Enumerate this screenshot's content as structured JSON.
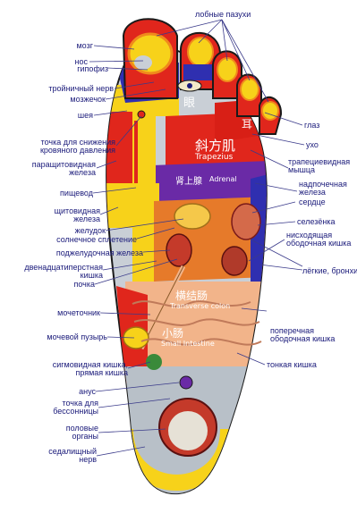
{
  "labels": {
    "sinuses": "лобные пазухи",
    "brain": "мозг",
    "nose": "нос",
    "pituitary": "гипофиз",
    "trigeminal": "тройничный нерв",
    "cerebellum": "мозжечок",
    "neck": "шея",
    "bp_point": "точка для снижения\nкровяного давления",
    "parathyroid": "паращитовидная\nжелеза",
    "esophagus": "пищевод",
    "thyroid": "щитовидная\nжелеза",
    "stomach": "желудок",
    "solar_plexus": "солнечное сплетение",
    "pancreas": "поджелудочная железа",
    "duodenum": "двенадцатиперстная\nкишка",
    "kidney": "почка",
    "ureter": "мочеточник",
    "bladder": "мочевой пузырь",
    "sigmoid": "сигмовидная кишка,\nпрямая кишка",
    "anus": "анус",
    "insomnia": "точка для\nбессонницы",
    "genitals": "половые\nорганы",
    "sciatic": "седалищный\nнерв",
    "eye": "глаз",
    "ear": "ухо",
    "trapezius": "трапециевидная\nмышца",
    "adrenal": "надпочечная\nжелеза",
    "heart": "сердце",
    "spleen": "селезёнка",
    "descending_colon": "нисходящая\nободочная кишка",
    "lungs": "лёгкие, бронхи",
    "transverse_colon": "поперечная\nободочная кишка",
    "small_intestine": "тонкая кишка"
  },
  "zone_text": {
    "trapezius_cn": "斜方肌",
    "trapezius_en": "Trapezius",
    "adrenal_cn": "肾上腺",
    "adrenal_en": "Adrenal",
    "transverse_cn": "横结肠",
    "transverse_en": "Transverse colon",
    "small_cn": "小肠",
    "small_en": "Small Intestine",
    "eye_cn": "眼",
    "ear_cn": "耳"
  },
  "colors": {
    "label_text": "#1a1a7a",
    "leader_line": "#3a3a8a",
    "foot_outline": "#1a1a1a",
    "red": "#e0261c",
    "yellow": "#f7d21a",
    "blue": "#2f2fb0",
    "purple": "#6a2aa6",
    "orange": "#f08a1c",
    "skin": "#c9cfd6",
    "intestine": "#f2b48a"
  }
}
